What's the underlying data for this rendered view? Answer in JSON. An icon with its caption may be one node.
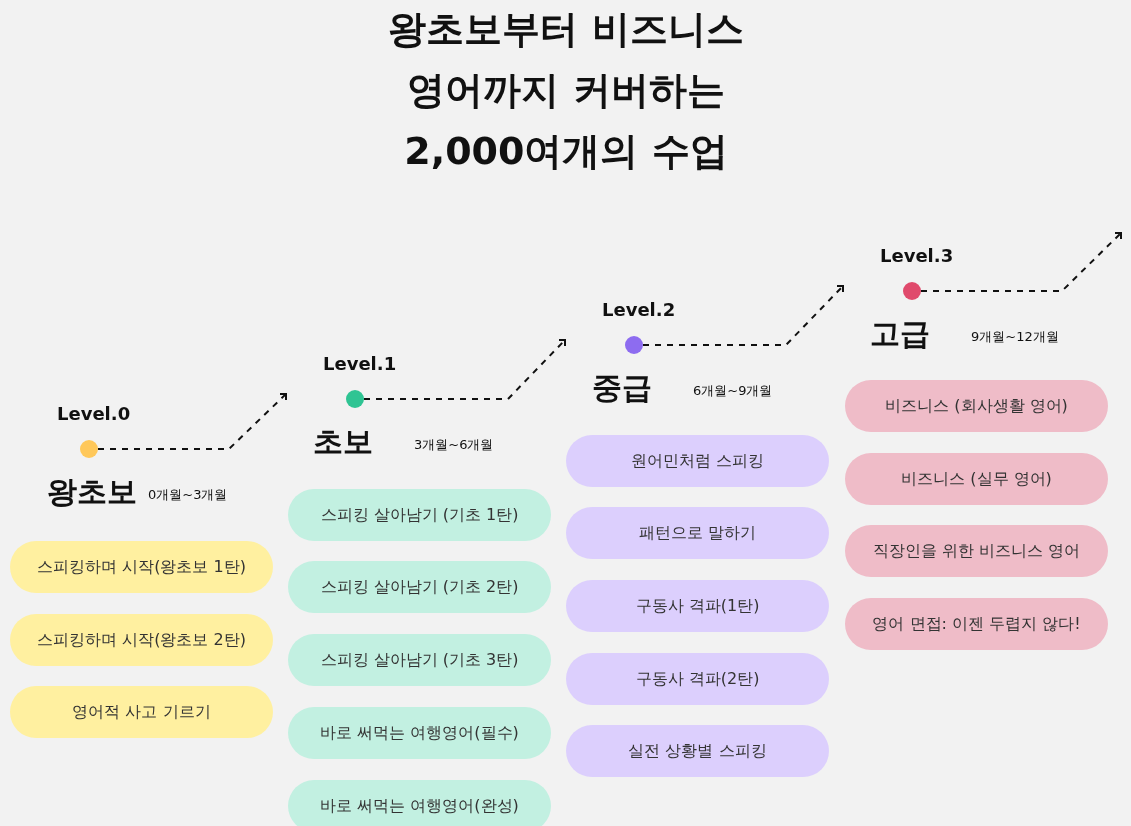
{
  "diagram": {
    "title": "왕초보부터 비즈니스 영어까지 커버하는 2,000여개의 수업",
    "nodes": [
      {
        "text": [],
        "shape": "circle",
        "beside": [
          "Level.0",
          "왕초보",
          "0개월~3개월"
        ]
      },
      {
        "text": [],
        "shape": "circle",
        "beside": [
          "Level.1",
          "초보",
          "3개월~6개월"
        ]
      },
      {
        "text": [],
        "shape": "circle",
        "beside": [
          "Level.2",
          "중급",
          "6개월~9개월"
        ]
      },
      {
        "text": [],
        "shape": "circle",
        "beside": [
          "Level.3",
          "고급",
          "9개월~12개월"
        ]
      },
      {
        "text": [
          "스피킹하며 시작(왕초보 1탄)"
        ]
      },
      {
        "text": [
          "스피킹하며 시작(왕초보 2탄)"
        ]
      },
      {
        "text": [
          "영어적 사고 기르기"
        ]
      },
      {
        "text": [
          "스피킹 살아남기 (기초 1탄)"
        ]
      },
      {
        "text": [
          "스피킹 살아남기 (기초 2탄)"
        ]
      },
      {
        "text": [
          "스피킹 살아남기 (기초 3탄)"
        ]
      },
      {
        "text": [
          "바로 써먹는 여행영어(필수)"
        ]
      },
      {
        "text": [
          "바로 써먹는 여행영어(완성)"
        ]
      },
      {
        "text": [
          "원어민처럼 스피킹"
        ]
      },
      {
        "text": [
          "패턴으로 말하기"
        ]
      },
      {
        "text": [
          "구동사 격파(1탄)"
        ]
      },
      {
        "text": [
          "구동사 격파(2탄)"
        ]
      },
      {
        "text": [
          "실전 상황별 스피킹"
        ]
      },
      {
        "text": [
          "비즈니스 (회사생활 영어)"
        ]
      },
      {
        "text": [
          "비즈니스 (실무 영어)"
        ]
      },
      {
        "text": [
          "직장인을 위한 비즈니스 영어"
        ]
      },
      {
        "text": [
          "영어 면접: 이젠 두렵지 않다!"
        ]
      }
    ],
    "edges": [
      {
        "from": 0,
        "to": 1,
        "arrow": "to",
        "style": "dashed"
      },
      {
        "from": 1,
        "to": 2,
        "arrow": "to",
        "style": "dashed"
      },
      {
        "from": 2,
        "to": 3,
        "arrow": "to",
        "style": "dashed"
      },
      {
        "from": 3,
        "to": null,
        "arrow": "to",
        "style": "dashed"
      }
    ]
  }
}
